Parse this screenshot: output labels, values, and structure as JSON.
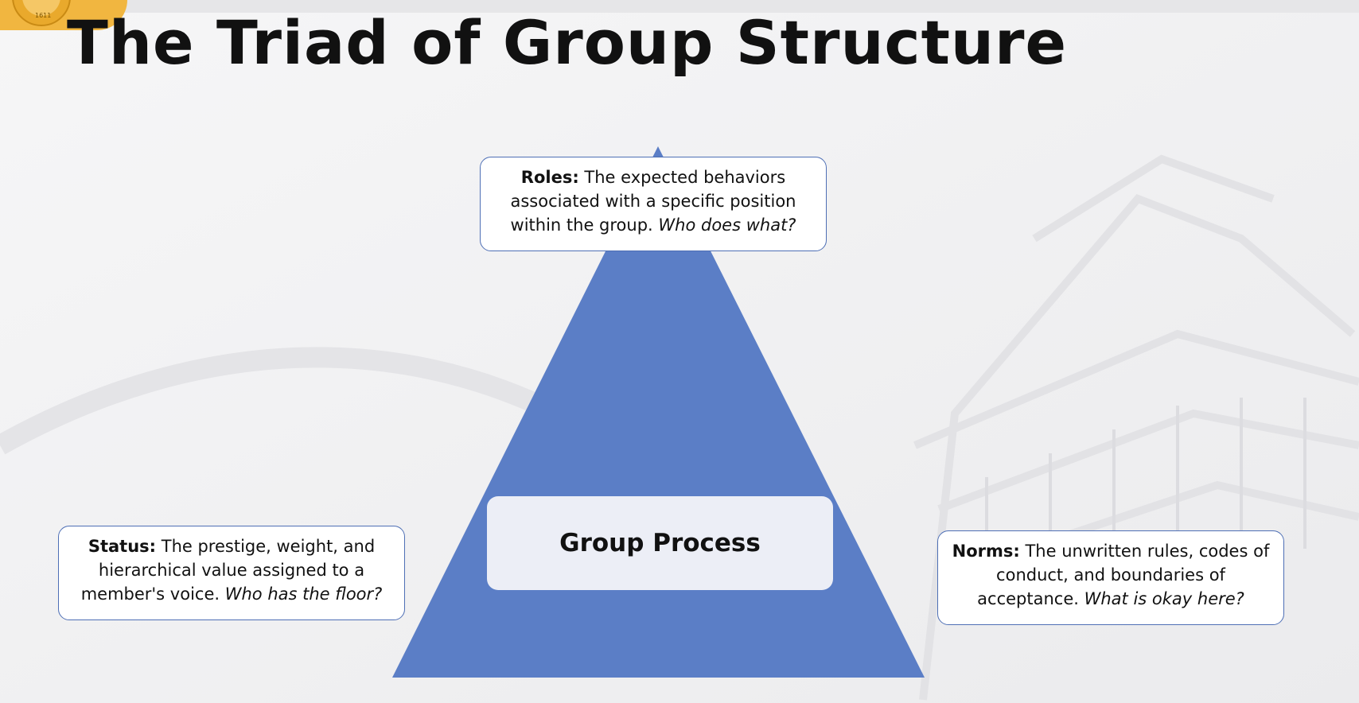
{
  "title": "The Triad of Group Structure",
  "colors": {
    "triangle": "#5b7ec6",
    "callout_border": "#4e6fb5",
    "center_box": "#eceef6",
    "logo": "#f1b640"
  },
  "logo": {
    "icon": "university-seal-icon",
    "text": "1611"
  },
  "center": {
    "label": "Group Process"
  },
  "nodes": {
    "roles": {
      "term": "Roles:",
      "text": " The expected behaviors associated with a specific position within the group. ",
      "question": "Who does what?"
    },
    "status": {
      "term": "Status:",
      "text": " The prestige, weight, and hierarchical value assigned to a member's voice. ",
      "question": "Who has the floor?"
    },
    "norms": {
      "term": "Norms:",
      "text": " The unwritten rules, codes of conduct, and boundaries of acceptance. ",
      "question": "What is okay here?"
    }
  }
}
